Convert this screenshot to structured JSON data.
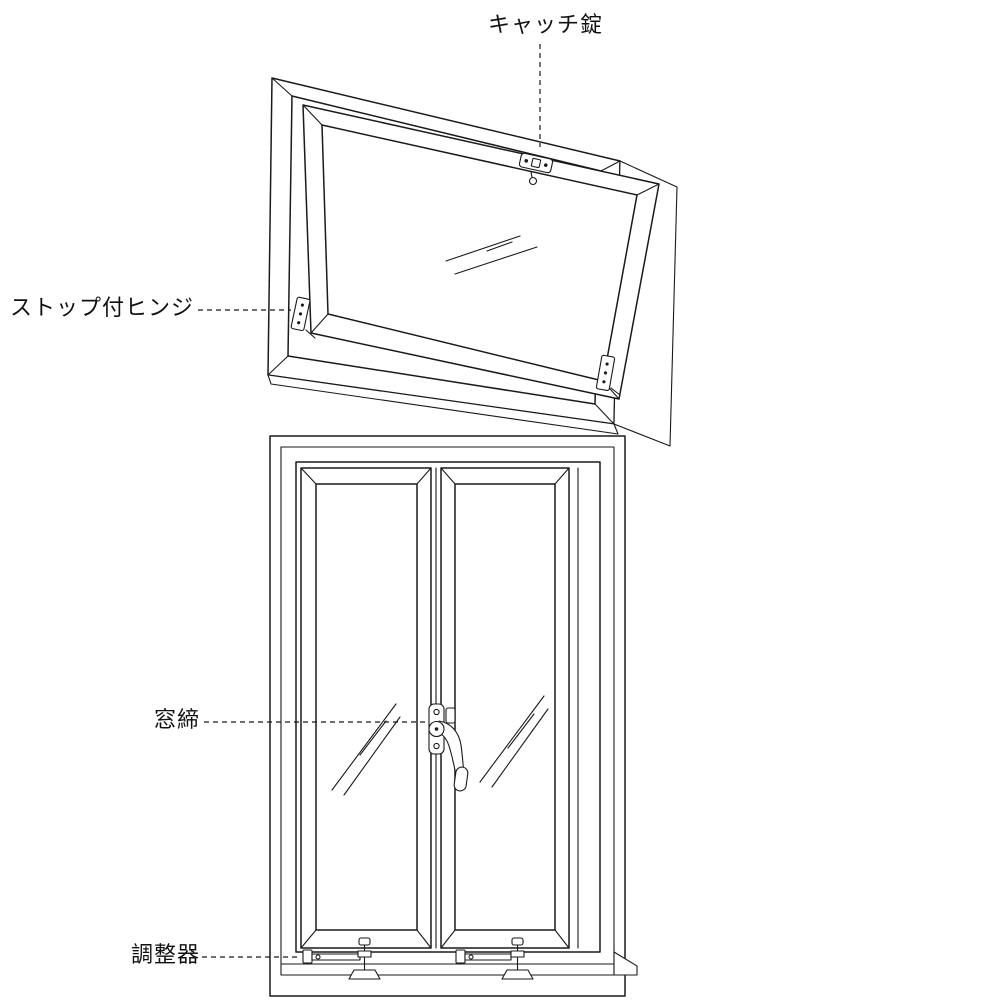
{
  "figure": {
    "background": "#ffffff",
    "line_color": "#1a1a1a",
    "labels": {
      "catch_lock": "キャッチ錠",
      "stop_hinge": "ストップ付ヒンジ",
      "sash_fastener": "窓締",
      "adjuster": "調整器"
    }
  }
}
